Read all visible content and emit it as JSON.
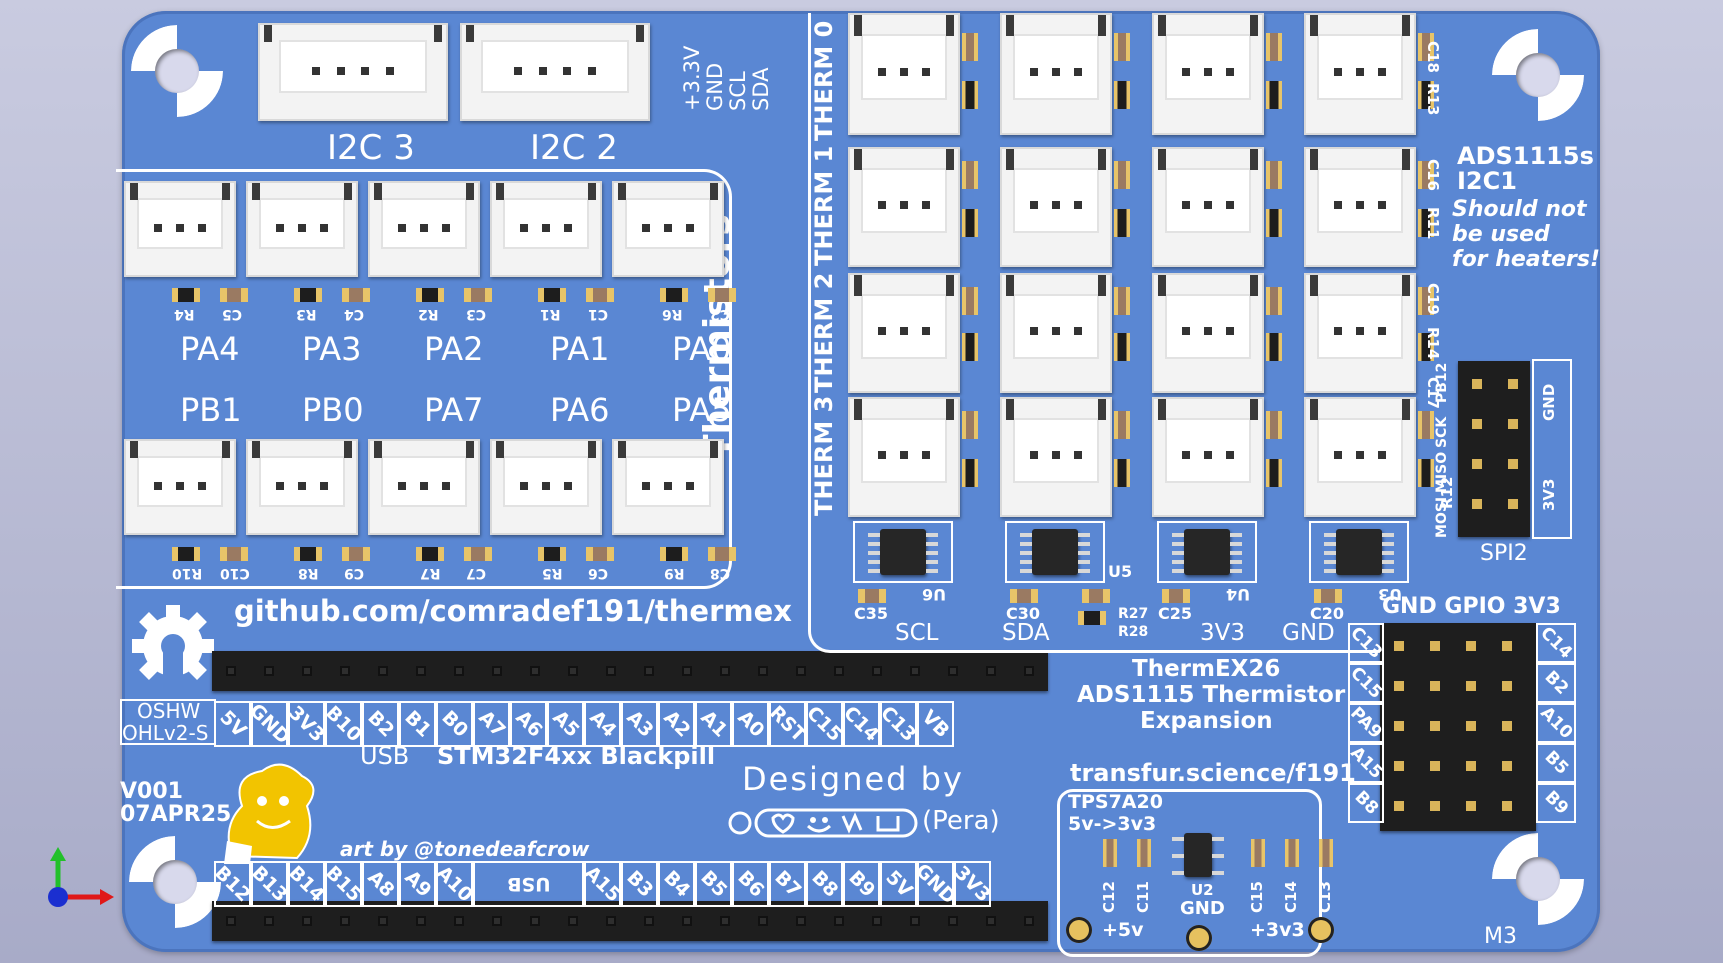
{
  "board": {
    "i2c": {
      "labels": [
        "I2C 3",
        "I2C 2"
      ],
      "pins": [
        "+3.3V",
        "GND",
        "SCL",
        "SDA"
      ]
    },
    "thermistors_title": "Thermistors",
    "top_row": {
      "channels": [
        "PA4",
        "PA3",
        "PA2",
        "PA1",
        "PA0"
      ],
      "refs": [
        [
          "R4",
          "C5"
        ],
        [
          "R3",
          "C4"
        ],
        [
          "R2",
          "C3"
        ],
        [
          "R1",
          "C1"
        ],
        [
          "R6",
          "C2"
        ]
      ]
    },
    "bottom_row": {
      "channels": [
        "PB1",
        "PB0",
        "PA7",
        "PA6",
        "PA5"
      ],
      "refs": [
        [
          "R10",
          "C10"
        ],
        [
          "R8",
          "C9"
        ],
        [
          "R7",
          "C7"
        ],
        [
          "R5",
          "C6"
        ],
        [
          "R9",
          "C8"
        ]
      ]
    },
    "github": "github.com/comradef191/thermex",
    "therm_labels": [
      "THERM 0",
      "THERM 1",
      "THERM 2",
      "THERM 3"
    ],
    "ads": {
      "title": "ADS1115s",
      "bus": "I2C1",
      "warning": [
        "Should not",
        "be used",
        "for heaters!"
      ]
    },
    "adc_refs": [
      "U6",
      "U5",
      "U4",
      "U3"
    ],
    "adc_caps": [
      "C35",
      "C30",
      "C25",
      "C20"
    ],
    "adc_pins": [
      "SCL",
      "SDA",
      "3V3",
      "GND"
    ],
    "r27": "R27",
    "r28": "R28",
    "right_col_refs": [
      "C18",
      "R13",
      "C16",
      "R11",
      "C19",
      "R14",
      "C17",
      "R12"
    ],
    "spi": {
      "title": "SPI2",
      "pins": [
        "PB12",
        "SCK",
        "MISO",
        "MOSI"
      ],
      "side": [
        "GND",
        "3V3"
      ]
    },
    "gpio": {
      "title": "GND GPIO 3V3",
      "left": [
        "C13",
        "C15",
        "PA9",
        "A15",
        "B8"
      ],
      "right": [
        "C14",
        "B2",
        "A10",
        "B5",
        "B9"
      ]
    },
    "product": {
      "line1": "ThermEX26",
      "line2": "ADS1115 Thermistor",
      "line3": "Expansion"
    },
    "url": "transfur.science/f191",
    "regulator": {
      "name": "TPS7A20",
      "desc": "5v->3v3",
      "refs": [
        "C12",
        "C11",
        "U2",
        "C15",
        "C14",
        "C13"
      ],
      "gnd": "GND",
      "in": "+5v",
      "out": "+3v3"
    },
    "oshw": {
      "line1": "OSHW",
      "line2": "OHLv2-S"
    },
    "version": {
      "line1": "V001",
      "line2": "07APR25"
    },
    "blackpill": {
      "title": "STM32F4xx Blackpill",
      "usb_arrow": "USB",
      "top_pins": [
        "5V",
        "GND",
        "3V3",
        "B10",
        "B2",
        "B1",
        "B0",
        "A7",
        "A6",
        "A5",
        "A4",
        "A3",
        "A2",
        "A1",
        "A0",
        "RST",
        "C15",
        "C14",
        "C13",
        "VB"
      ],
      "bottom_pins": [
        "B12",
        "B13",
        "B14",
        "B15",
        "A8",
        "A9",
        "A10",
        "USB",
        "A15",
        "B3",
        "B4",
        "B5",
        "B6",
        "B7",
        "B8",
        "B9",
        "5V",
        "GND",
        "3V3"
      ]
    },
    "designed_by": "Designed by",
    "designer": "(Pera)",
    "art_credit": "art by @tonedeafcrow",
    "mount": "M3"
  }
}
